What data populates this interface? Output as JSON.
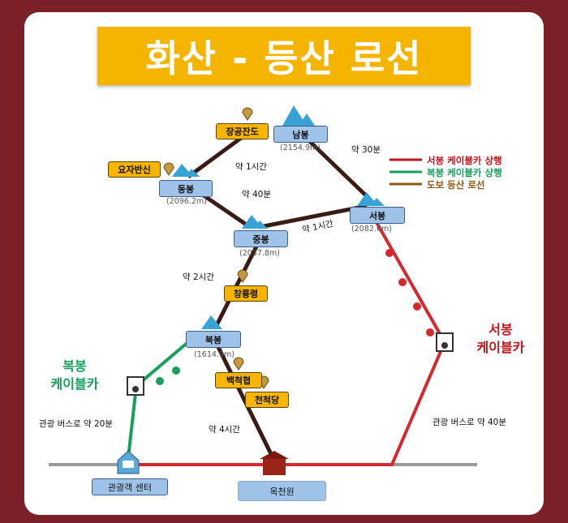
{
  "title": "화산 - 등산 로선",
  "legend": [
    {
      "label": "서봉 케이블카 상행",
      "color": "#c0141b"
    },
    {
      "label": "복봉 케이블카 상행",
      "color": "#16a05a"
    },
    {
      "label": "도보 등산 로선",
      "color": "#8a5a10"
    }
  ],
  "peaks": {
    "nam": {
      "name": "남봉",
      "elev": "(2154.9m)"
    },
    "dong": {
      "name": "동봉",
      "elev": "(2096.2m)"
    },
    "jung": {
      "name": "중봉",
      "elev": "(2037.8m)"
    },
    "seo": {
      "name": "서봉",
      "elev": "(2082.6m)"
    },
    "buk": {
      "name": "북봉",
      "elev": "(1614.9m)"
    }
  },
  "pois": {
    "janggong": "장공잔도",
    "yoja": "요자반신",
    "changryong": "창룡령",
    "baekcheok": "백척협",
    "cheoncheok": "천척당"
  },
  "places": {
    "visitor": "관광객 센터",
    "okcheon": "옥천원"
  },
  "times": {
    "nam_seo": "약 30분",
    "jang_dong": "약 1시간",
    "dong_jung": "약 40분",
    "jung_seo": "약 1시간",
    "jung_buk": "약 2시간",
    "buk_ok": "약 4시간",
    "bus_left": "관광 버스로 약 20분",
    "bus_right": "관광 버스로 약 40분"
  },
  "cable": {
    "buk_line1": "복봉",
    "buk_line2": "케이블카",
    "seo_line1": "서봉",
    "seo_line2": "케이블카"
  }
}
